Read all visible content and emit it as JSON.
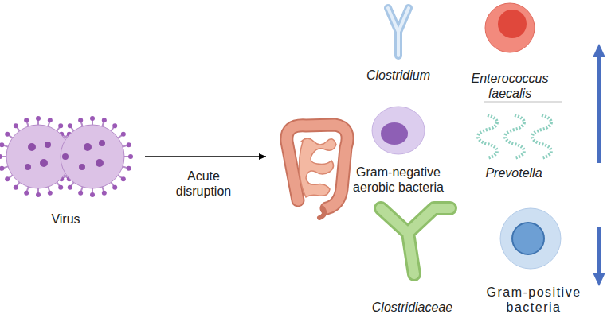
{
  "diagram": {
    "nodes": [
      {
        "text": [
          "Virus"
        ]
      },
      {
        "text": [
          "Clostridium"
        ]
      },
      {
        "text": [
          "Enterococcus faecalis"
        ]
      },
      {
        "text": [
          "Gram-negative aerobic bacteria"
        ]
      },
      {
        "text": [
          "Prevotella"
        ]
      },
      {
        "text": [
          "Clostridiaceae"
        ]
      },
      {
        "text": [
          "Gram-positive bacteria"
        ]
      }
    ],
    "labels": [
      "Acute disruption"
    ]
  }
}
